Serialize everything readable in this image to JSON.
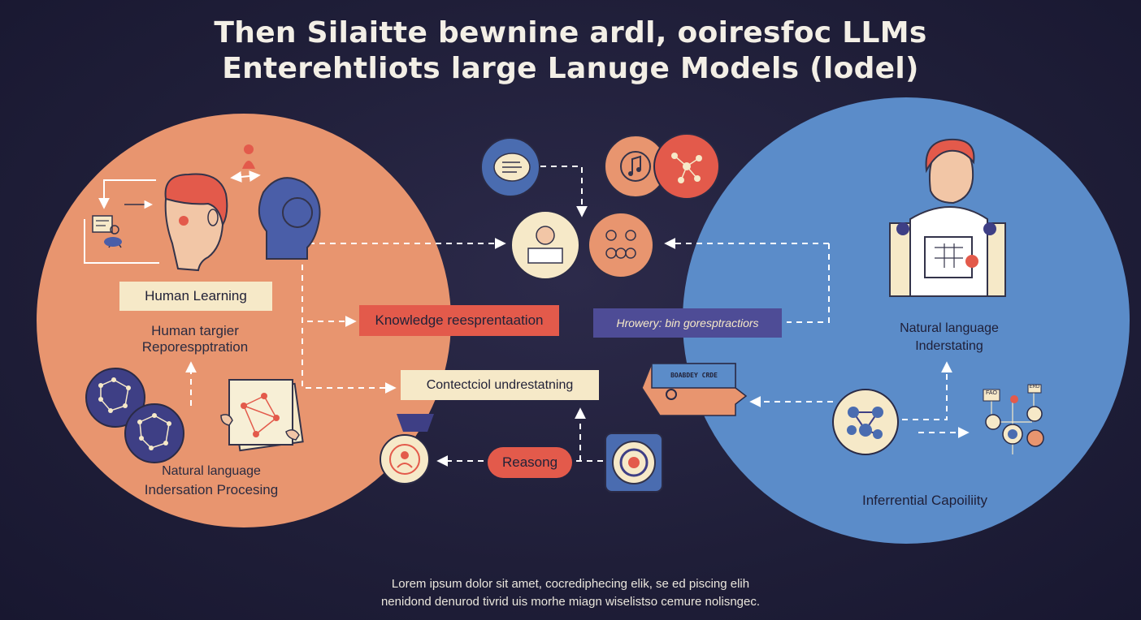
{
  "title": {
    "line1": "Then Silaitte bewnine ardl, ooiresfoc LLMs",
    "line2": "Enterehtliots large Lanuge Models (lodel)"
  },
  "left": {
    "human_learning": "Human Learning",
    "representation_line1": "Human targier",
    "representation_line2": "Reporespptration",
    "nlp_line1": "Natural language",
    "nlp_line2": "Indersation Procesing"
  },
  "center": {
    "knowledge": "Knowledge reesprentaation",
    "howery": "Hrowery: bin goresptractiors",
    "contextual": "Contectciol undrestatning",
    "reasoning": "Reasong",
    "banner_text": "BOABDEY CRDE"
  },
  "right": {
    "nlu_line1": "Natural language",
    "nlu_line2": "Inderstating",
    "inferential": "Inferrential Capoiliity",
    "mini_labels": [
      "FAO",
      "ERD"
    ]
  },
  "footer": {
    "line1": "Lorem ipsum dolor sit amet, cocrediphecing elik, se ed piscing elih",
    "line2": "nenidond denurod tivrid uis morhe miagn wiselistso cemure nolisngec."
  },
  "colors": {
    "background": "#201f3a",
    "left_circle": "#e8956f",
    "right_circle": "#5b8cc9",
    "cream": "#f6e9c8",
    "red_box": "#e35a4b",
    "purple_box": "#4e4c96",
    "navy": "#3e3f85"
  },
  "icons": [
    "person-head-icon",
    "profile-silhouette-icon",
    "whiteboard-icon",
    "network-graph-icon",
    "document-network-icon",
    "chat-bubble-icon",
    "music-note-icon",
    "node-graph-icon",
    "person-reading-icon",
    "group-people-icon",
    "target-icon",
    "person-badge-icon",
    "user-analyst-icon",
    "flow-network-icon",
    "robot-network-icon"
  ]
}
